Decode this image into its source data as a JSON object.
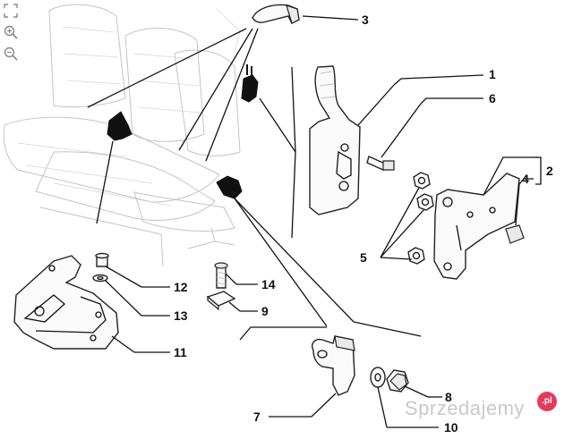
{
  "callouts": {
    "c1": "1",
    "c2": "2",
    "c3": "3",
    "c4": "4",
    "c5": "5",
    "c6": "6",
    "c7": "7",
    "c8": "8",
    "c9": "9",
    "c10": "10",
    "c11": "11",
    "c12": "12",
    "c13": "13",
    "c14": "14"
  },
  "toolbar": {
    "fullscreen_icon": "fullscreen-icon",
    "zoom_in_icon": "zoom-in-icon",
    "zoom_out_icon": "zoom-out-icon"
  },
  "watermark": {
    "text": "Sprzedajemy",
    "badge": ".pl"
  }
}
